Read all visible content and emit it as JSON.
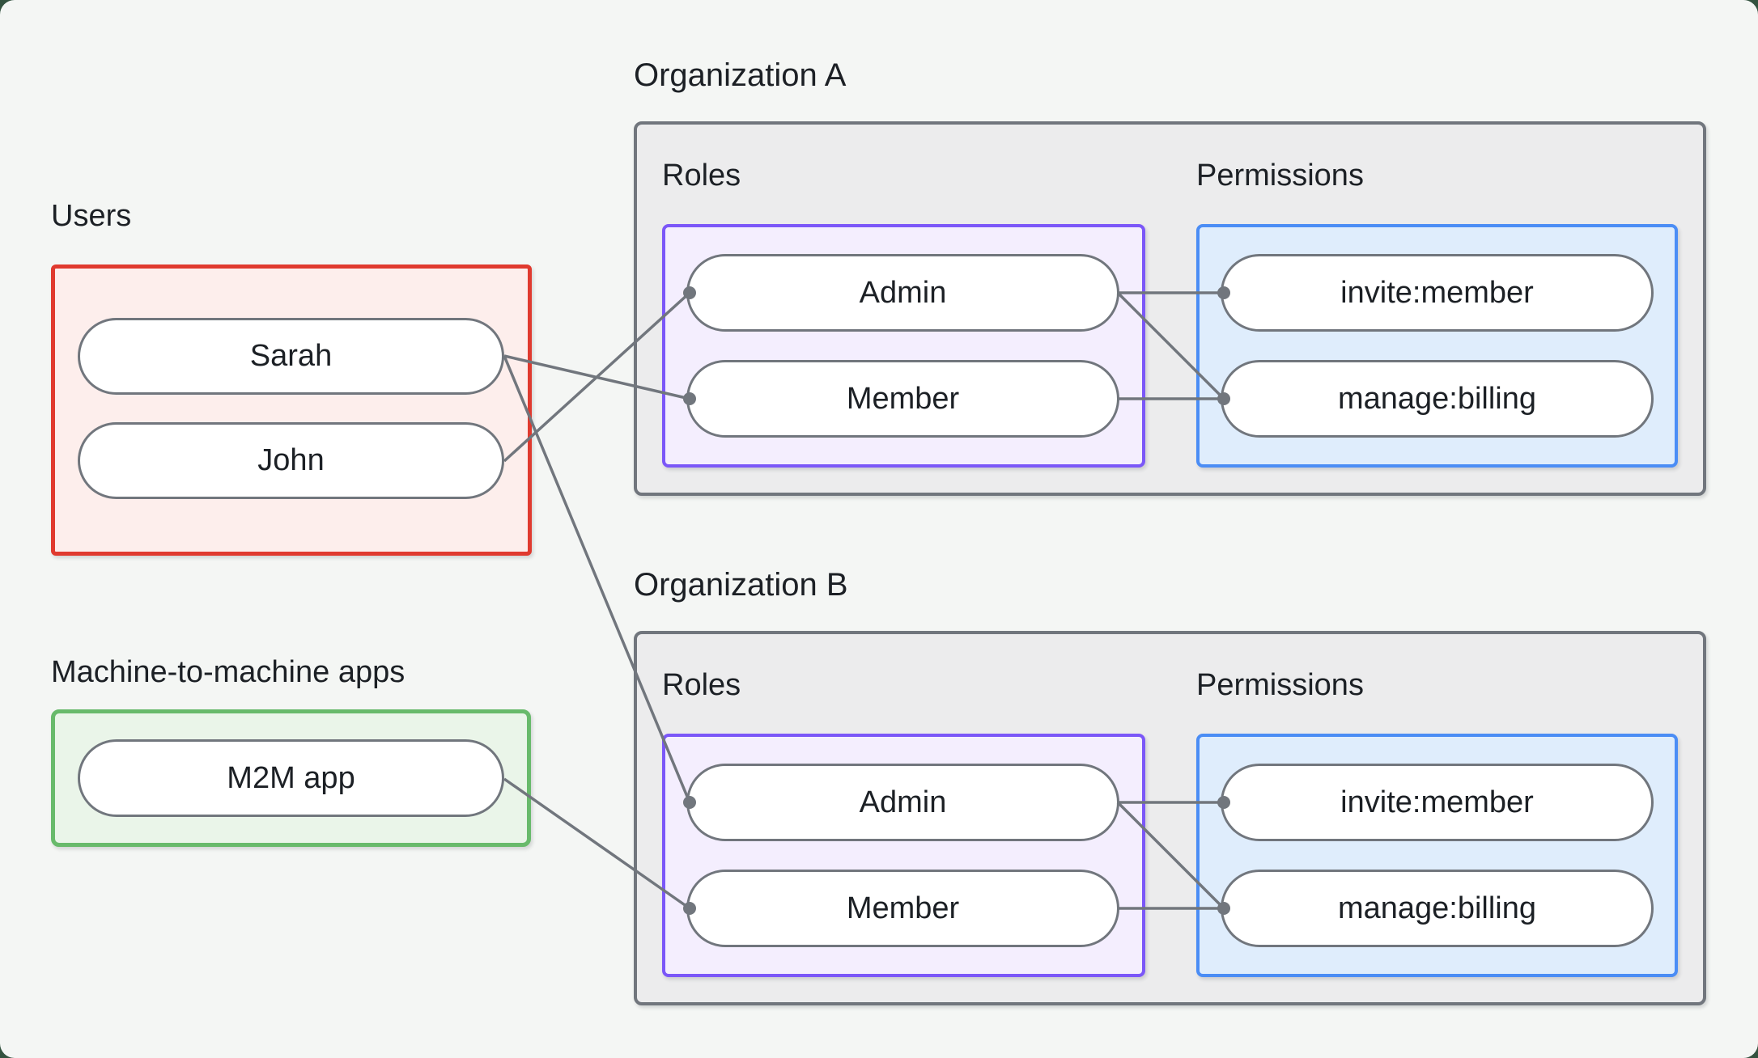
{
  "users_section": {
    "label": "Users",
    "users": [
      "Sarah",
      "John"
    ]
  },
  "m2m_section": {
    "label": "Machine-to-machine apps",
    "apps": [
      "M2M app"
    ]
  },
  "organizations": [
    {
      "title": "Organization A",
      "roles_label": "Roles",
      "permissions_label": "Permissions",
      "roles": [
        "Admin",
        "Member"
      ],
      "permissions": [
        "invite:member",
        "manage:billing"
      ]
    },
    {
      "title": "Organization B",
      "roles_label": "Roles",
      "permissions_label": "Permissions",
      "roles": [
        "Admin",
        "Member"
      ],
      "permissions": [
        "invite:member",
        "manage:billing"
      ]
    }
  ],
  "colors": {
    "canvas_bg": "#f4f6f4",
    "outer_bg": "#33523f",
    "users_border": "#e03a2f",
    "users_fill": "#fdeeec",
    "m2m_border": "#68ba6b",
    "m2m_fill": "#eaf5e9",
    "org_border": "#71767d",
    "org_fill": "#ececed",
    "roles_border": "#7b57f8",
    "roles_fill": "#f4eefe",
    "permissions_border": "#4b8df5",
    "permissions_fill": "#dfedfc",
    "line": "#71767d",
    "text": "#1c2025"
  },
  "connections": [
    {
      "from": "sarah",
      "to": "orgA_member"
    },
    {
      "from": "john",
      "to": "orgA_admin"
    },
    {
      "from": "sarah",
      "to": "orgB_admin"
    },
    {
      "from": "m2m",
      "to": "orgB_member"
    },
    {
      "from": "orgA_admin",
      "to": "orgA_invite"
    },
    {
      "from": "orgA_admin",
      "to": "orgA_manage"
    },
    {
      "from": "orgA_member",
      "to": "orgA_manage"
    },
    {
      "from": "orgB_admin",
      "to": "orgB_invite"
    },
    {
      "from": "orgB_admin",
      "to": "orgB_manage"
    },
    {
      "from": "orgB_member",
      "to": "orgB_manage"
    }
  ]
}
